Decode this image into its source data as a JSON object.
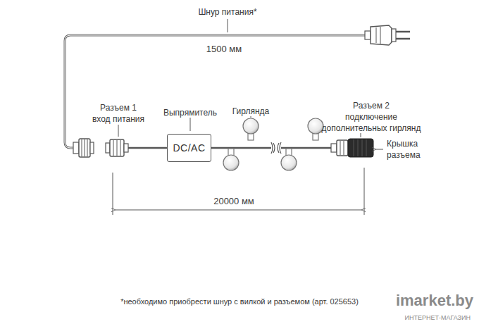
{
  "diagram": {
    "nodes": [
      {
        "text": [
          "DC/AC"
        ]
      }
    ],
    "labels": [
      "Шнур питания*",
      "1500 мм",
      "Разъем 1",
      "вход питания",
      "Выпрямитель",
      "Гирлянда",
      "Разъем 2",
      "подключение",
      "дополнительных гирлянд",
      "Крышка",
      "разъема",
      "20000 мм",
      "*необходимо приобрести шнур с вилкой и разъемом (арт. 025653)",
      "imarket.by",
      "ИНТЕРНЕТ-МАГАЗИН"
    ]
  }
}
